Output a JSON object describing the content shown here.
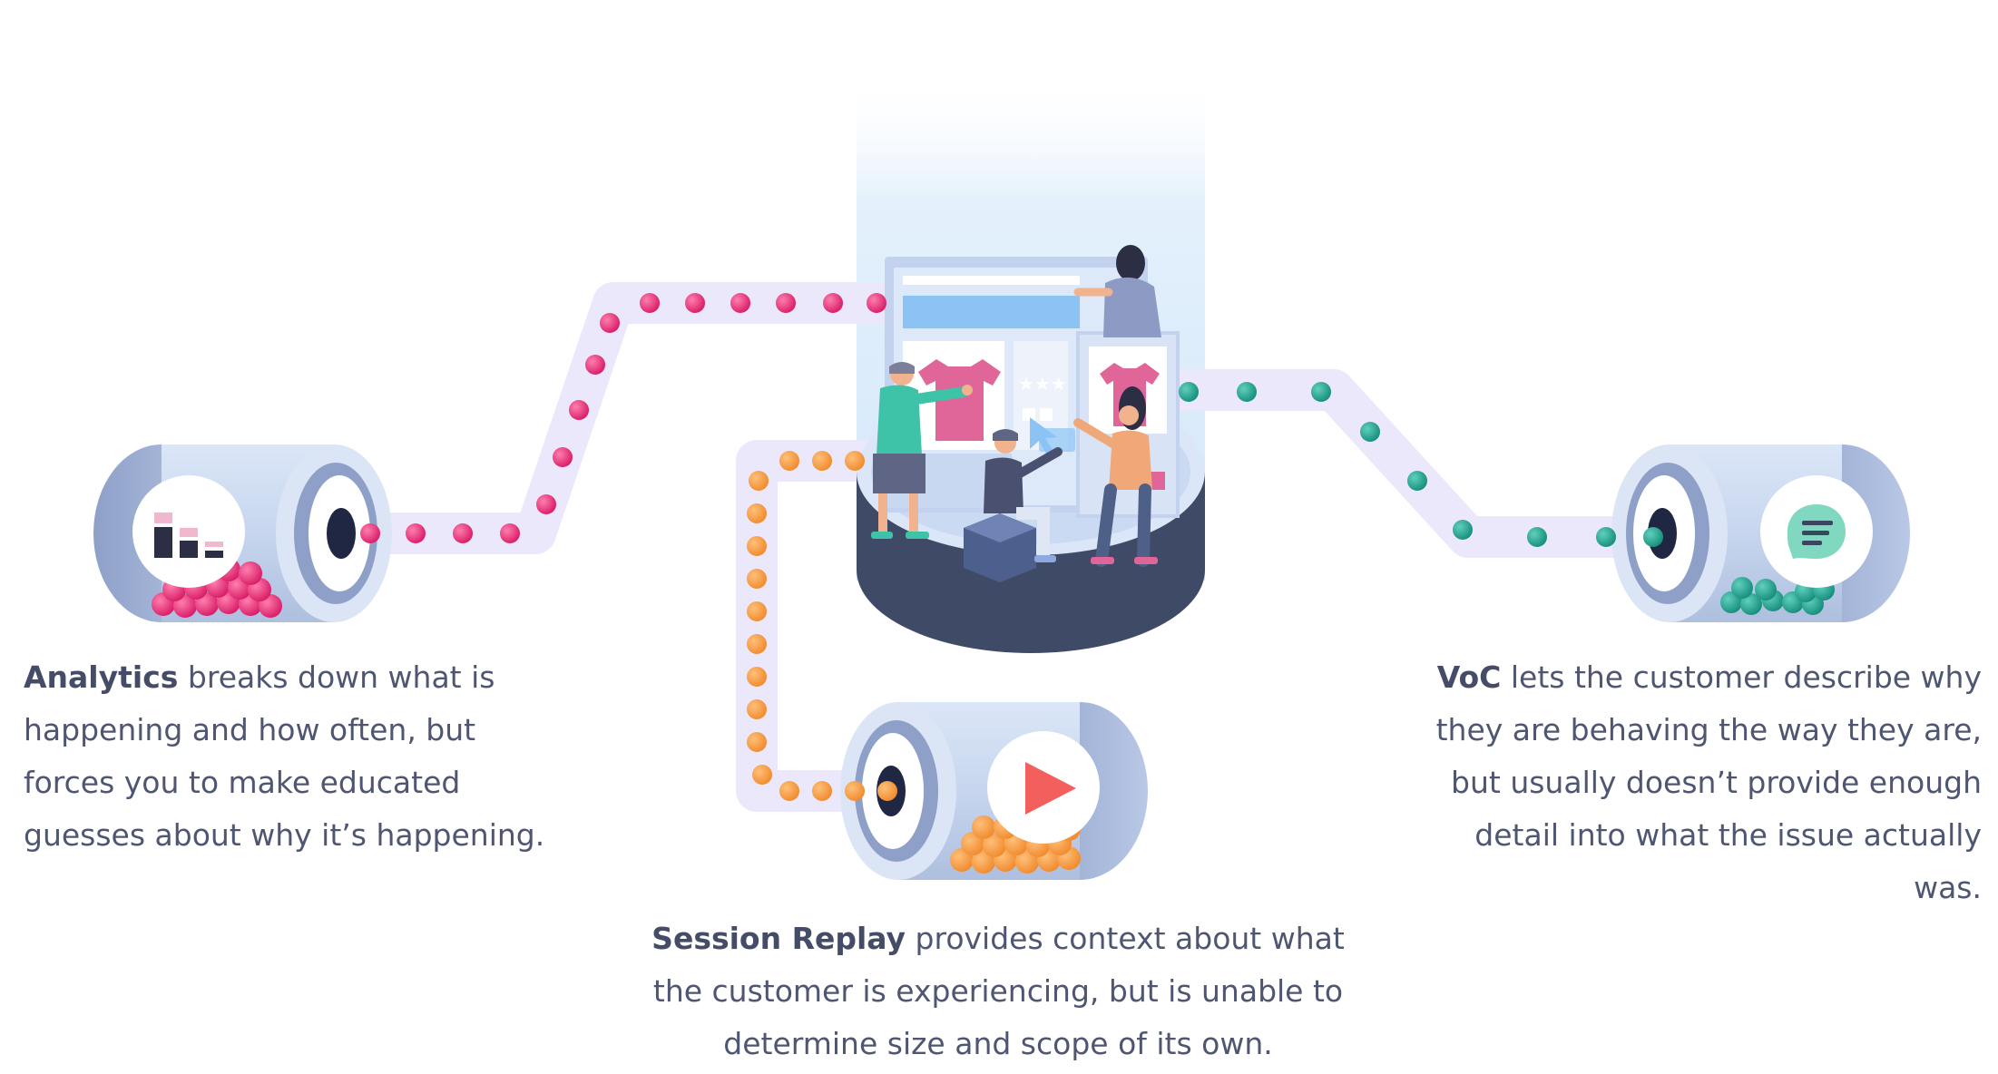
{
  "captions": {
    "analytics": {
      "title": "Analytics",
      "body": " breaks down what is happening and how often, but forces you to make educated guesses about why it’s happening."
    },
    "voc": {
      "title": "VoC",
      "body": " lets the customer describe why they are behaving the way they are, but usually doesn’t provide enough detail into what the issue actually was."
    },
    "replay": {
      "title": "Session Replay",
      "body": " provides context about what the customer is experiencing, but is unable to determine size and scope of its own."
    }
  },
  "icons": {
    "analytics": "bar-chart-icon",
    "voc": "chat-bubble-icon",
    "replay": "play-icon"
  },
  "colors": {
    "analytics_dot": "#dd1f6b",
    "replay_dot": "#f59a3a",
    "voc_dot": "#1f9e8e",
    "track": "#ece8fb",
    "cylinder": "#c9d7ef",
    "platform_base": "#3f4a66",
    "beam": "#d9ecfb",
    "text": "#4f5672"
  }
}
